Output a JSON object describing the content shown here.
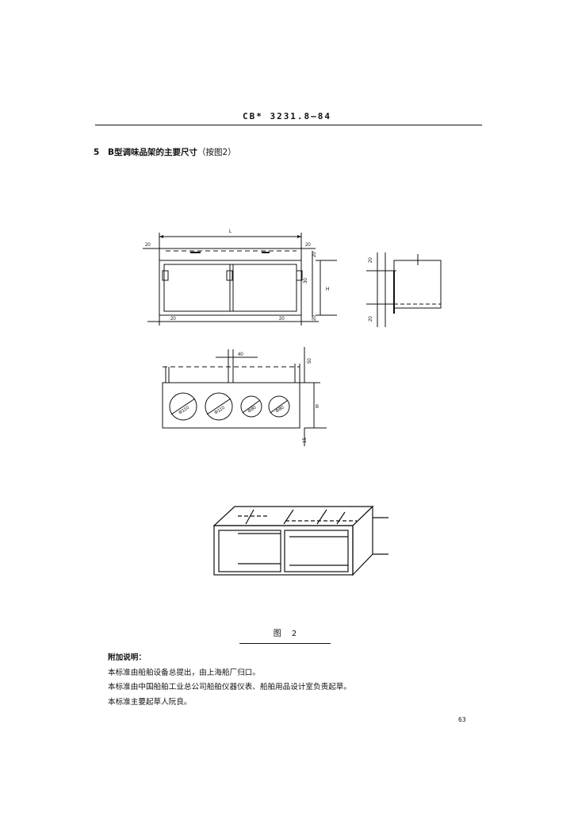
{
  "header": {
    "standard_no": "CB* 3231.8—84"
  },
  "section": {
    "number": "5",
    "title_bold": "B型调味品架的主要尺寸",
    "title_rest": "（按图2）"
  },
  "figure": {
    "front_view": {
      "length": "L",
      "height": "H",
      "left_margin": "20",
      "right_margin": "20",
      "small_top": "20",
      "mid_height": "30",
      "bottom_left": "20",
      "bottom_right": "20",
      "bottom_h": "20"
    },
    "side_view": {
      "top": "20",
      "bottom": "20"
    },
    "plan_view": {
      "slot": "40",
      "top_h": "50",
      "depth": "B",
      "bottom_h": "15"
    },
    "holes": [
      "Φ110",
      "Φ110",
      "Φ80",
      "Φ80"
    ],
    "caption": "图 2"
  },
  "notes": {
    "title": "附加说明：",
    "lines": [
      "本标准由船舶设备总提出，由上海船厂归口。",
      "本标准由中国船舶工业总公司船舶仪器仪表、船舶用品设计室负责起草。",
      "本标准主要起草人阮良。"
    ]
  },
  "page_number": "63"
}
